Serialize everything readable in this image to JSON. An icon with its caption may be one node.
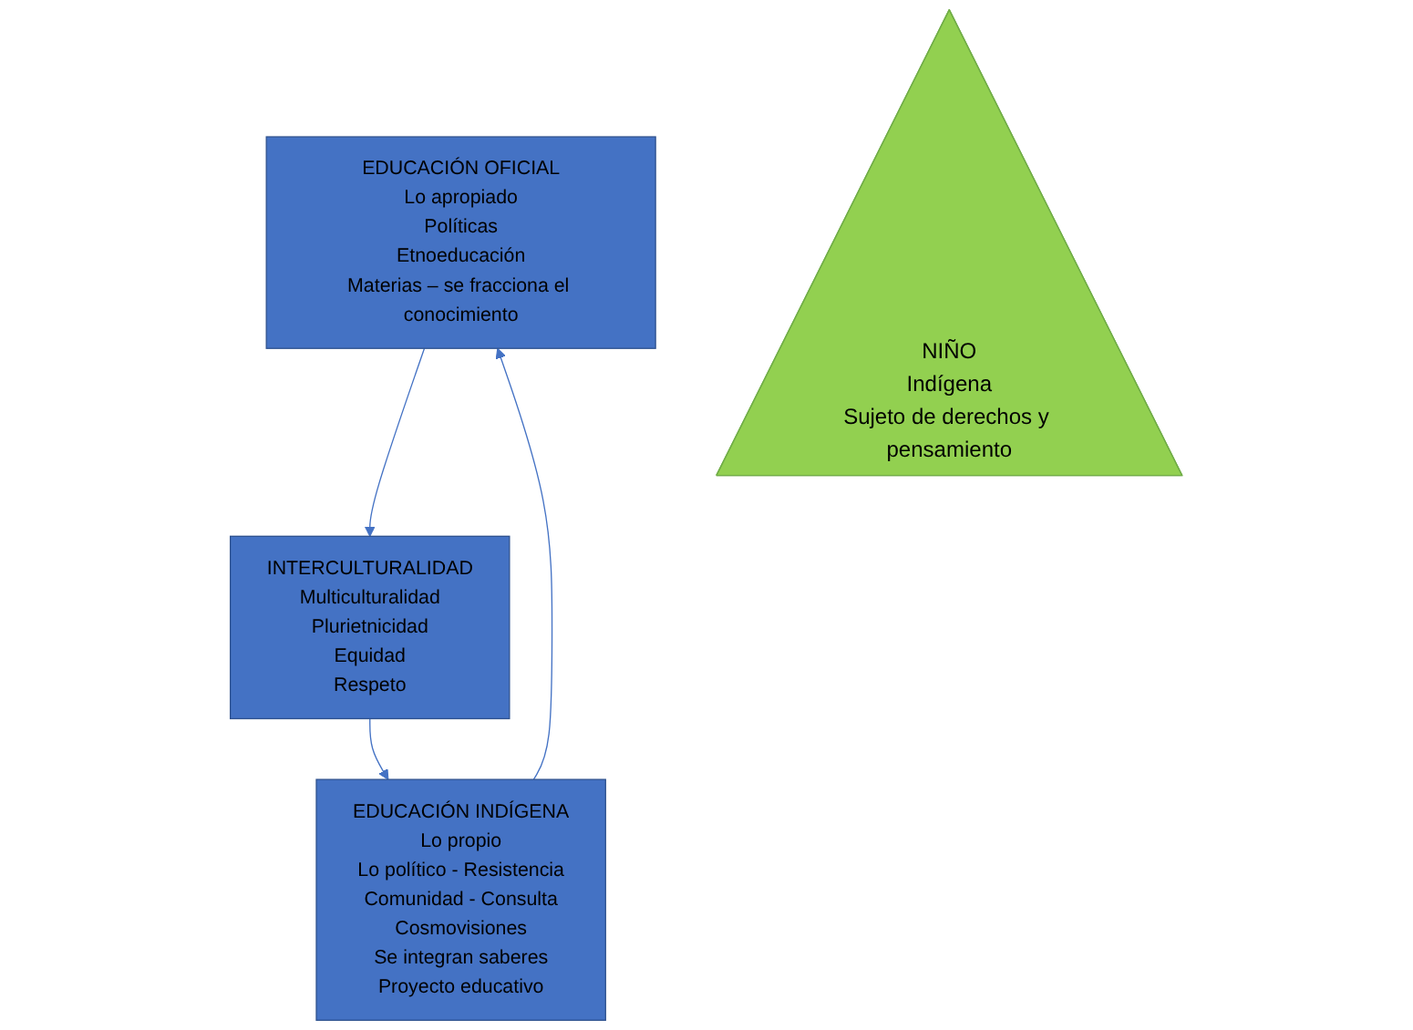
{
  "diagram": {
    "nodes": [
      {
        "text": [
          "EDUCACIÓN OFICIAL",
          "Lo apropiado",
          "Políticas",
          "Etnoeducación",
          "Materias – se fracciona el conocimiento"
        ]
      },
      {
        "text": [
          "NIÑO",
          "Indígena",
          "Sujeto de derechos y pensamiento"
        ]
      },
      {
        "text": [
          "INTERCULTURALIDAD",
          "Multiculturalidad",
          "Plurietnicidad",
          "Equidad",
          "Respeto"
        ]
      },
      {
        "text": [
          "EDUCACIÓN INDÍGENA",
          "Lo propio",
          "Lo político  - Resistencia",
          "Comunidad - Consulta",
          "Cosmovisiones",
          "Se integran saberes",
          "Proyecto educativo"
        ]
      }
    ],
    "edges": [
      {
        "from": 0,
        "to": 2,
        "arrow": "to"
      },
      {
        "from": 2,
        "to": 3,
        "arrow": "to"
      },
      {
        "from": 3,
        "to": 0,
        "arrow": "to"
      }
    ]
  }
}
